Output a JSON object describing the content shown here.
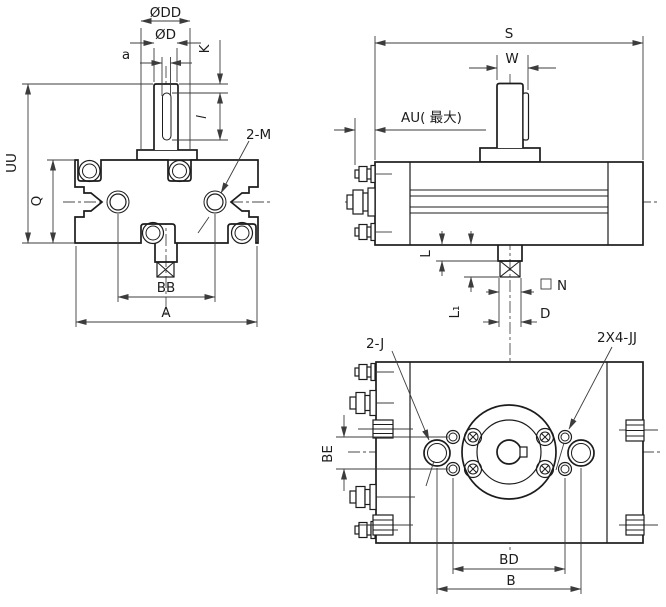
{
  "drawing": {
    "front_view": {
      "dd_label": "ØDD",
      "d_label": "ØD",
      "a_label": "a",
      "k_label": "K",
      "slot_length_label": "l",
      "ports_label": "2-M",
      "uu_label": "UU",
      "q_label": "Q",
      "bb_label": "BB",
      "a_overall_label": "A"
    },
    "side_view": {
      "s_label": "S",
      "w_label": "W",
      "au_label": "AU( 最大)",
      "l_label": "L",
      "l1_label": "L₁",
      "n_label": "N",
      "d_label": "D"
    },
    "bottom_view": {
      "j_label": "2-J",
      "jj_label": "2X4-JJ",
      "be_label": "BE",
      "bd_label": "BD",
      "b_label": "B"
    }
  },
  "colors": {
    "outline": "#1c1c1c",
    "dimension": "#3c3c3c",
    "background": "#ffffff"
  }
}
